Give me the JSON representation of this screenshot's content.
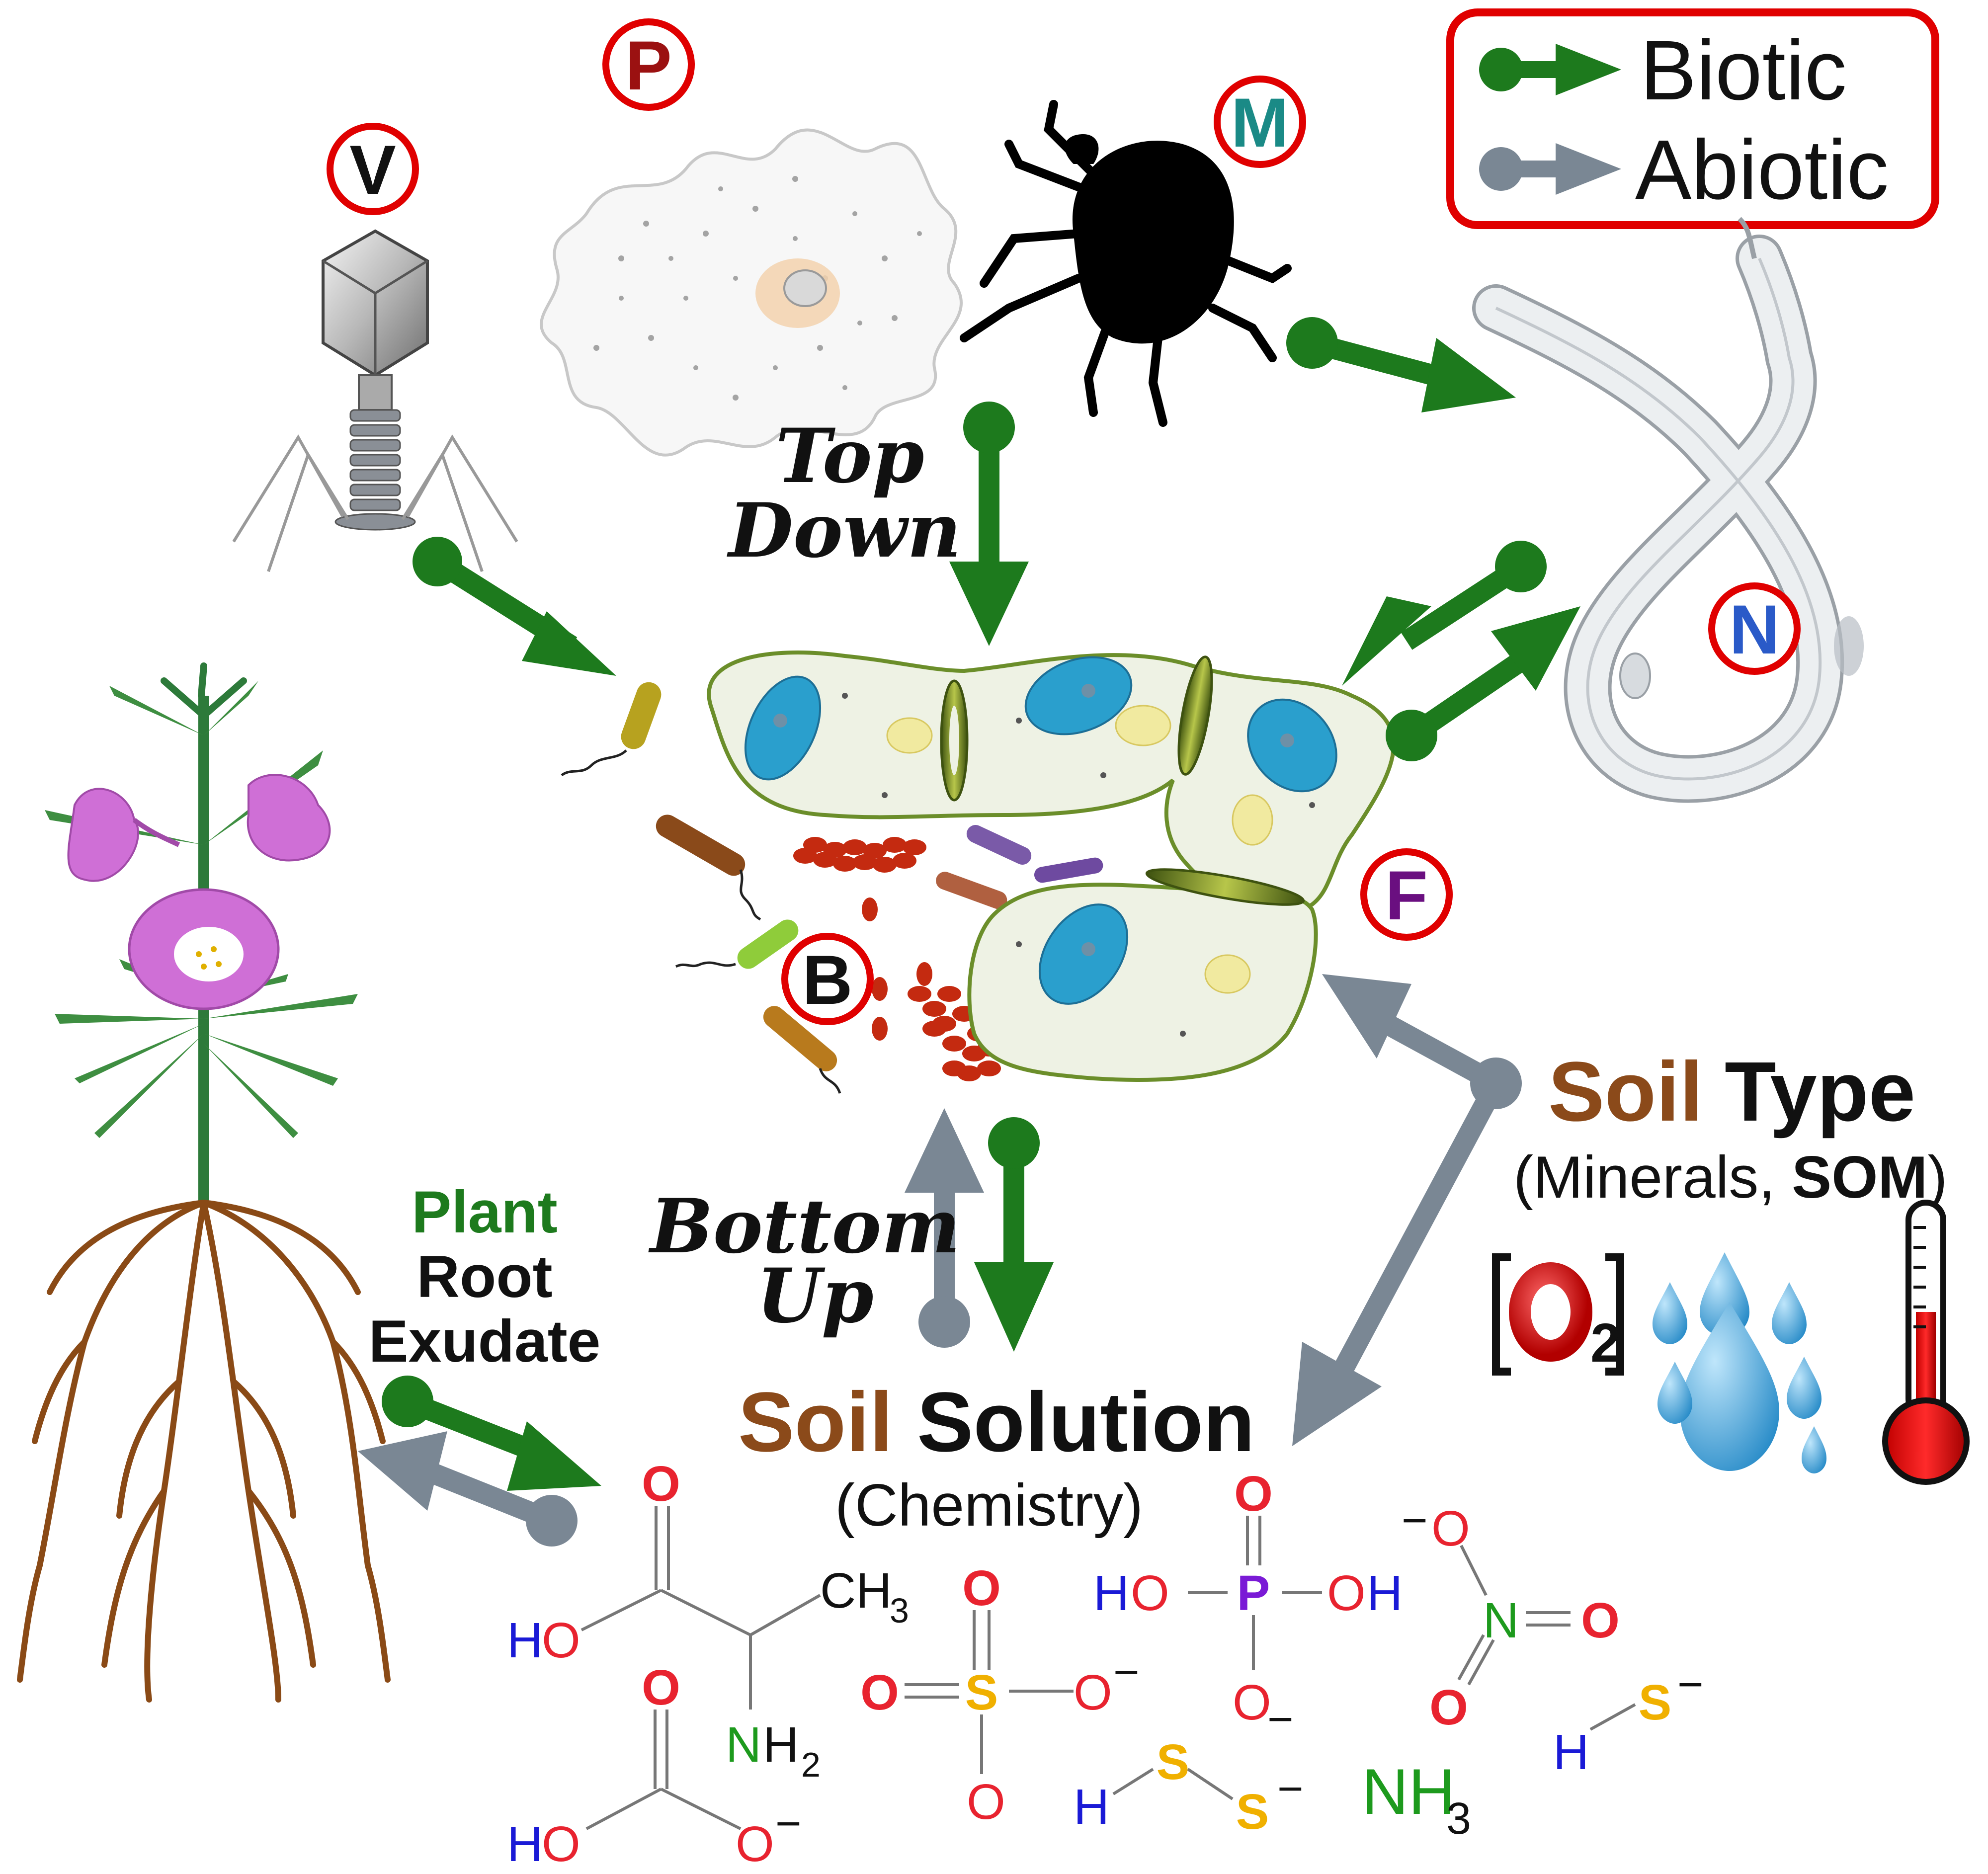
{
  "legend": {
    "biotic_label": "Biotic",
    "abiotic_label": "Abiotic",
    "biotic_color": "#1d7a1d",
    "abiotic_color": "#7a8794"
  },
  "organisms": {
    "virus_badge": "V",
    "protist_badge": "P",
    "mite_badge": "M",
    "nematode_badge": "N",
    "fungi_badge": "F",
    "bacteria_badge": "B",
    "badge_ring_color": "#e00000"
  },
  "controls": {
    "top_down_line1": "Top",
    "top_down_line2": "Down",
    "bottom_up_line1": "Bottom",
    "bottom_up_line2": "Up"
  },
  "plant": {
    "line1": "Plant",
    "line2": "Root",
    "line3": "Exudate"
  },
  "soil_type": {
    "word1": "Soil",
    "word2": "Type",
    "paren_open": "(Minerals, ",
    "som": "SOM",
    "paren_close": ")",
    "oxygen_symbol": "O",
    "oxygen_subscript": "2"
  },
  "soil_solution": {
    "word1": "Soil",
    "word2": "Solution",
    "subtitle": "(Chemistry)"
  },
  "chemistry": {
    "alanine": {
      "o": "O",
      "h": "H",
      "o2": "O",
      "ch": "CH",
      "three": "3",
      "n": "N",
      "h2": "H",
      "two": "2"
    },
    "carbonate": {
      "o_top": "O",
      "h": "H",
      "o": "O",
      "o_minus": "O",
      "minus": "−"
    },
    "sulfate": {
      "o_top": "O",
      "o_left": "O",
      "s": "S",
      "o_right": "O",
      "o_bottom": "O",
      "minus": "−"
    },
    "phosphate": {
      "o_top": "O",
      "h_left": "H",
      "o_left": "O",
      "p": "P",
      "o_right": "O",
      "h_right": "H",
      "o_bottom": "O",
      "minus": "−"
    },
    "nitrate": {
      "o_top": "O",
      "n": "N",
      "o_right": "O",
      "o_bottom": "O",
      "minus": "−"
    },
    "disulfide": {
      "h": "H",
      "s1": "S",
      "s2": "S",
      "minus": "−"
    },
    "ammonia": {
      "nh": "NH",
      "three": "3"
    },
    "hydrosulfide": {
      "h": "H",
      "s": "S",
      "minus": "−"
    }
  }
}
